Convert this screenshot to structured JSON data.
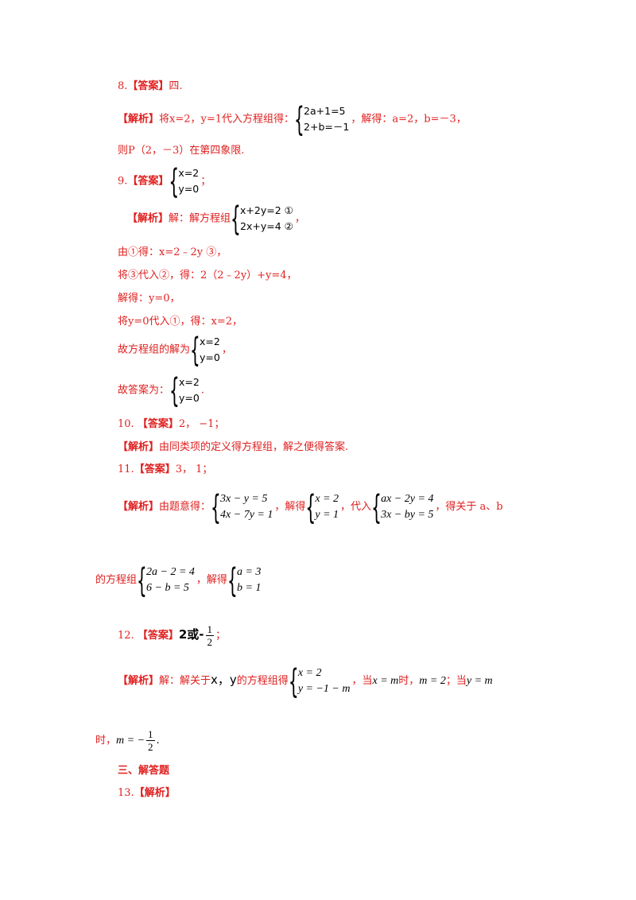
{
  "q8": {
    "answer_tag": "【答案】",
    "num": "8.",
    "answer": "四.",
    "analysis_tag": "【解析】",
    "analysis_pre": "将x=2，y=1代入方程组得：",
    "sys": [
      "2a+1=5",
      "2+b=－1"
    ],
    "analysis_post": "，解得：a=2，b=－3，",
    "line2": "则P（2，－3）在第四象限."
  },
  "q9": {
    "num": "9.",
    "answer_tag": "【答案】",
    "answer_sys": [
      "x=2",
      "y=0"
    ],
    "answer_end": "；",
    "analysis_tag": "【解析】",
    "analysis_pre": "解：解方程组",
    "sys": [
      "x+2y=2 ①",
      "2x+y=4 ②"
    ],
    "sys_end": "，",
    "step1": "由①得：x=2﹣2y ③，",
    "step2": "将③代入②，得：2（2﹣2y）+y=4，",
    "step3": "解得：y=0，",
    "step4": "将y=0代入①，得：x=2，",
    "step5_pre": "故方程组的解为",
    "step5_sys": [
      "x=2",
      "y=0"
    ],
    "step5_end": "，",
    "step6_pre": "故答案为：",
    "step6_sys": [
      "x=2",
      "y=0"
    ],
    "step6_end": "."
  },
  "q10": {
    "num": "10.",
    "answer_tag": "【答案】",
    "answer": "2，  −1；",
    "analysis_tag": "【解析】",
    "analysis": "由同类项的定义得方程组，解之便得答案."
  },
  "q11": {
    "num": "11.",
    "answer_tag": "【答案】",
    "answer": "3，  1；",
    "analysis_tag": "【解析】",
    "analysis_pre": "由题意得：",
    "sys1": [
      "3x − y = 5",
      "4x − 7y = 1"
    ],
    "mid1": "，解得",
    "sys2": [
      "x = 2",
      "y = 1"
    ],
    "mid2": "，代入",
    "sys3": [
      "ax − 2y = 4",
      "3x − by = 5"
    ],
    "post": "，得关于 a、b",
    "line2_pre": "的方程组",
    "sys4": [
      "2a − 2 = 4",
      "6 − b = 5"
    ],
    "line2_mid": "，解得",
    "sys5": [
      "a = 3",
      "b = 1"
    ]
  },
  "q12": {
    "num": "12.",
    "answer_tag": "【答案】",
    "answer_pre": "2或-",
    "answer_num": "1",
    "answer_den": "2",
    "answer_end": "；",
    "analysis_tag": "【解析】",
    "analysis_pre": "解：解关于",
    "vars": "x，y",
    "analysis_mid": "的方程组得",
    "sys": [
      "x = 2",
      "y = −1 − m"
    ],
    "t1": "，当",
    "m1": "x = m",
    "t2": "时，",
    "m2": "m = 2",
    "t3": "；当",
    "m3": "y = m",
    "line2_pre": "时，",
    "m4": "m = −",
    "frac_num": "1",
    "frac_den": "2",
    "line2_end": "."
  },
  "section3": "三、解答题",
  "q13": {
    "num": "13.",
    "tag": "【解析】"
  }
}
